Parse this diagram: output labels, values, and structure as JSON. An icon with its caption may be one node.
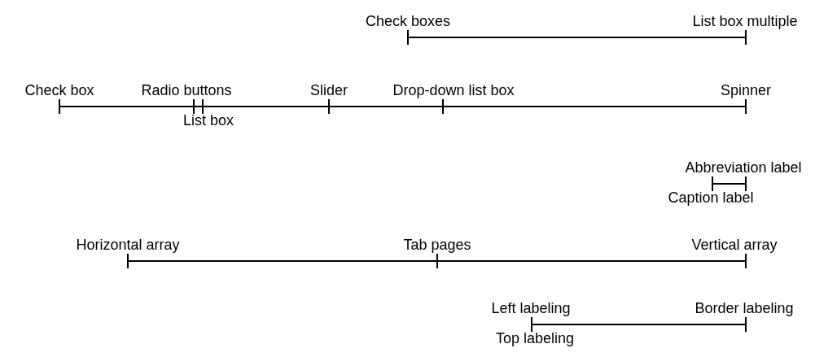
{
  "diagram": {
    "nodes": [
      {
        "text": [
          "Check boxes"
        ]
      },
      {
        "text": [
          "List box multiple"
        ]
      },
      {
        "text": [
          "Check box"
        ]
      },
      {
        "text": [
          "Radio buttons"
        ]
      },
      {
        "text": [
          "List box"
        ]
      },
      {
        "text": [
          "Slider"
        ]
      },
      {
        "text": [
          "Drop-down list box"
        ]
      },
      {
        "text": [
          "Spinner"
        ]
      },
      {
        "text": [
          "Abbreviation label"
        ]
      },
      {
        "text": [
          "Caption label"
        ]
      },
      {
        "text": [
          "Horizontal array"
        ]
      },
      {
        "text": [
          "Tab pages"
        ]
      },
      {
        "text": [
          "Vertical array"
        ]
      },
      {
        "text": [
          "Left labeling"
        ]
      },
      {
        "text": [
          "Border labeling"
        ]
      }
    ],
    "edges": [
      {
        "from": 0,
        "to": 1,
        "arrow": "other"
      },
      {
        "from": 2,
        "to": 3,
        "arrow": "other"
      },
      {
        "from": 3,
        "to": 4,
        "arrow": "other"
      },
      {
        "from": 4,
        "to": 5,
        "arrow": "other"
      },
      {
        "from": 5,
        "to": 6,
        "arrow": "other"
      },
      {
        "from": 6,
        "to": 7,
        "arrow": "other"
      },
      {
        "from": 9,
        "to": 8,
        "arrow": "other"
      },
      {
        "from": 10,
        "to": 11,
        "arrow": "other"
      },
      {
        "from": 11,
        "to": 12,
        "arrow": "other"
      },
      {
        "from": 13,
        "to": 14,
        "arrow": "other"
      }
    ],
    "labels": [
      "Top labeling"
    ]
  }
}
